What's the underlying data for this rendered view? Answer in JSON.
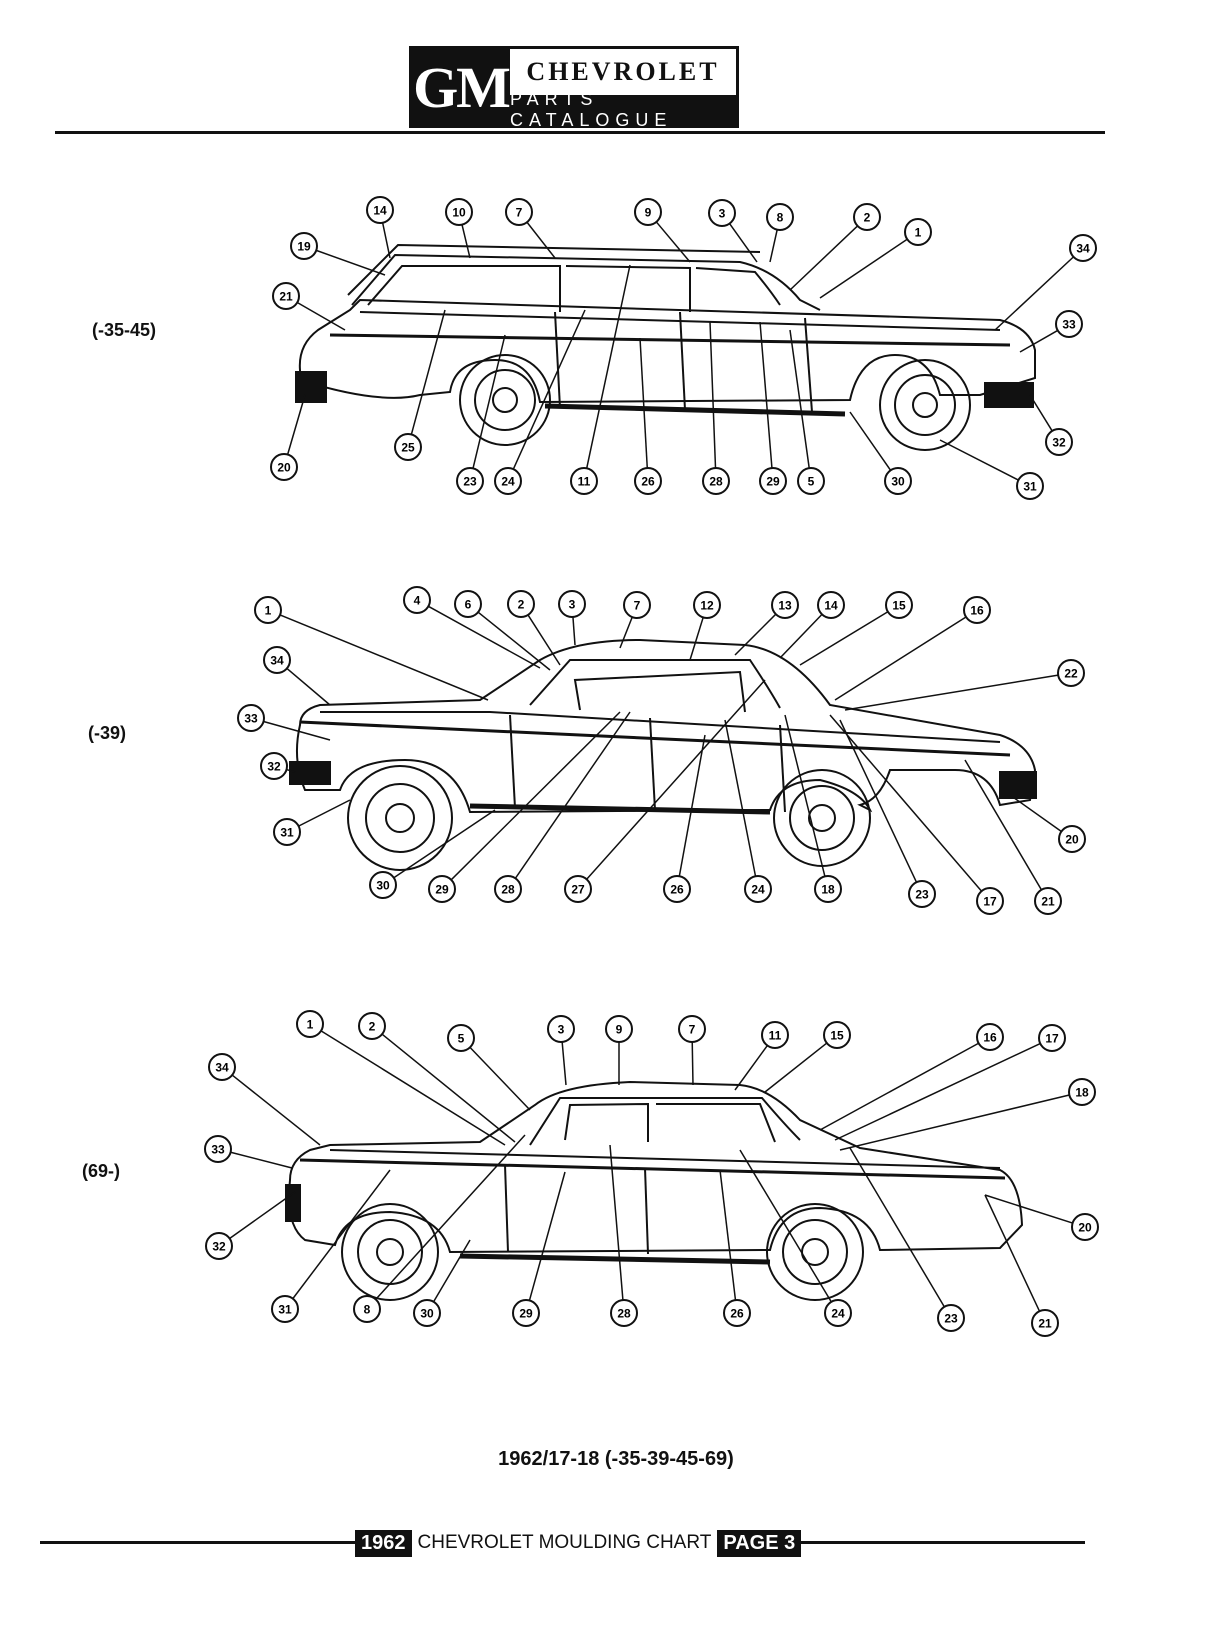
{
  "header": {
    "logo_gm": "GM",
    "brand": "CHEVROLET",
    "subtitle": "PARTS CATALOGUE"
  },
  "views": [
    {
      "label": "(-35-45)",
      "callouts": [
        "14",
        "10",
        "7",
        "9",
        "3",
        "8",
        "2",
        "1",
        "34",
        "19",
        "21",
        "33",
        "32",
        "31",
        "30",
        "5",
        "29",
        "28",
        "26",
        "11",
        "24",
        "23",
        "25",
        "20"
      ]
    },
    {
      "label": "(-39)",
      "callouts": [
        "4",
        "6",
        "2",
        "3",
        "7",
        "12",
        "13",
        "14",
        "15",
        "16",
        "1",
        "34",
        "22",
        "33",
        "32",
        "31",
        "20",
        "30",
        "29",
        "28",
        "27",
        "26",
        "24",
        "18",
        "23",
        "17",
        "21"
      ]
    },
    {
      "label": "(69-)",
      "callouts": [
        "1",
        "2",
        "5",
        "3",
        "9",
        "7",
        "11",
        "15",
        "16",
        "17",
        "34",
        "18",
        "33",
        "32",
        "20",
        "31",
        "8",
        "30",
        "29",
        "28",
        "26",
        "24",
        "23",
        "21"
      ]
    }
  ],
  "caption": "1962/17-18  (-35-39-45-69)",
  "footer": {
    "year": "1962",
    "title": "CHEVROLET  MOULDING  CHART",
    "page": "PAGE 3"
  },
  "colors": {
    "ink": "#111111",
    "paper": "#ffffff"
  }
}
